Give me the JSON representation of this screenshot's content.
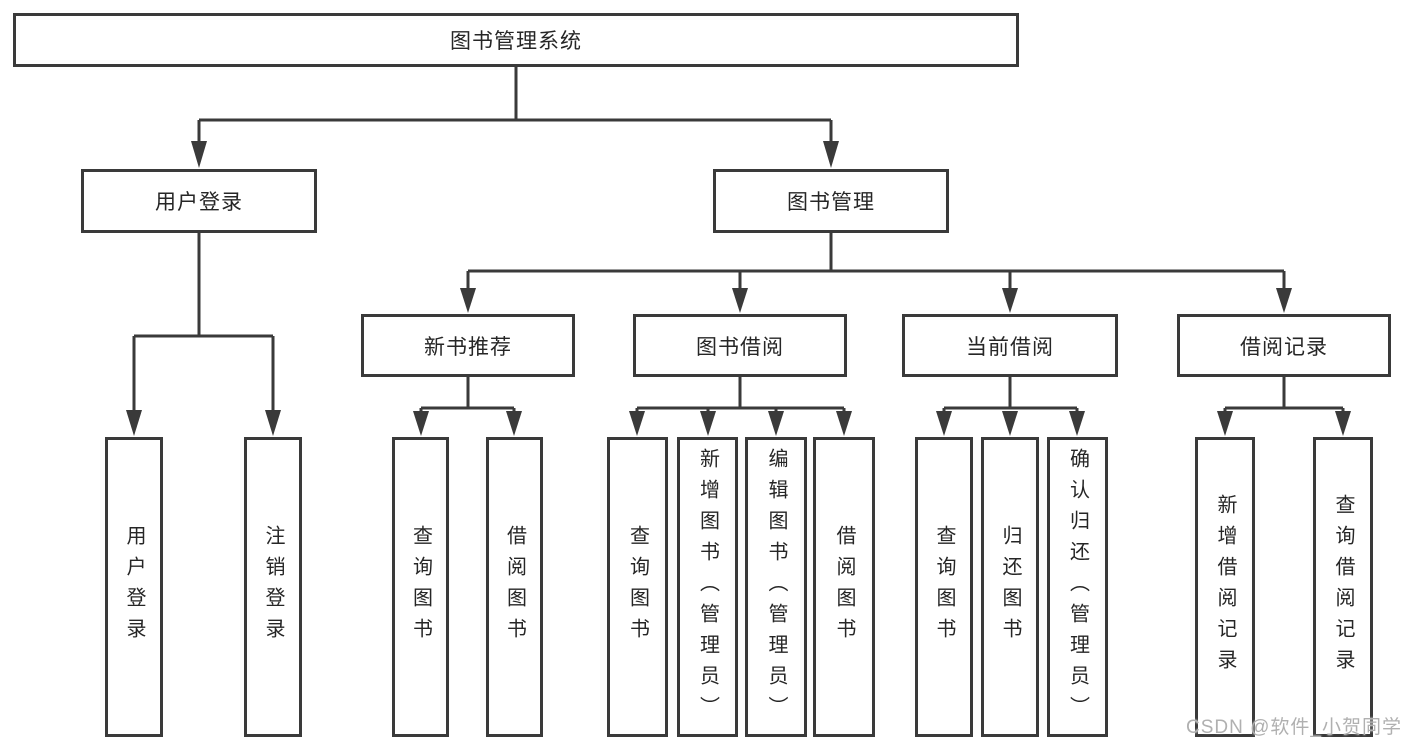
{
  "root": {
    "label": "图书管理系统",
    "children": [
      {
        "label": "用户登录",
        "children": [
          {
            "label": "用户登录"
          },
          {
            "label": "注销登录"
          }
        ]
      },
      {
        "label": "图书管理",
        "children": [
          {
            "label": "新书推荐",
            "children": [
              {
                "label": "查询图书"
              },
              {
                "label": "借阅图书"
              }
            ]
          },
          {
            "label": "图书借阅",
            "children": [
              {
                "label": "查询图书"
              },
              {
                "label": "新增图书（管理员）"
              },
              {
                "label": "编辑图书（管理员）"
              },
              {
                "label": "借阅图书"
              }
            ]
          },
          {
            "label": "当前借阅",
            "children": [
              {
                "label": "查询图书"
              },
              {
                "label": "归还图书"
              },
              {
                "label": "确认归还（管理员）"
              }
            ]
          },
          {
            "label": "借阅记录",
            "children": [
              {
                "label": "新增借阅记录"
              },
              {
                "label": "查询借阅记录"
              }
            ]
          }
        ]
      }
    ]
  },
  "watermark": {
    "text": "CSDN @软件_小贺同学"
  },
  "colors": {
    "line": "#3a3a3a",
    "text": "#262626",
    "watermark": "#b0b0b0",
    "background": "#ffffff"
  }
}
